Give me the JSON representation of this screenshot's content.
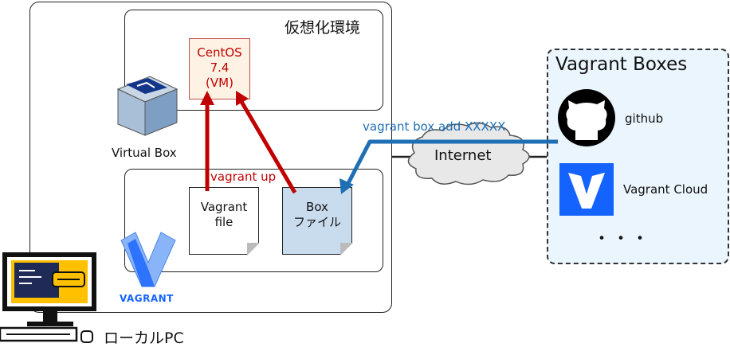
{
  "virtual_env": {
    "label": "仮想化環境"
  },
  "centos": {
    "line1": "CentOS",
    "line2": "7.4",
    "line3": "(VM)"
  },
  "virtualbox": {
    "label": "Virtual Box",
    "icon": "virtualbox-icon"
  },
  "vagrant_logo": {
    "text": "VAGRANT",
    "icon": "vagrant-logo-icon"
  },
  "vagrantfile": {
    "line1": "Vagrant",
    "line2": "file"
  },
  "boxfile": {
    "line1": "Box",
    "line2": "ファイル"
  },
  "commands": {
    "up": "vagrant up",
    "box_add": "vagrant box add XXXXX"
  },
  "internet": {
    "label": "Internet"
  },
  "boxes": {
    "title": "Vagrant Boxes",
    "github": "github",
    "vagrant_cloud": "Vagrant Cloud",
    "ellipsis": "・・・"
  },
  "local_pc": {
    "label": "ローカルPC",
    "icon": "computer-icon"
  },
  "colors": {
    "red": "#c00000",
    "blue": "#1f6fb5",
    "boxfile_fill": "#c9dcee",
    "panel_fill": "#eaf5fd"
  }
}
